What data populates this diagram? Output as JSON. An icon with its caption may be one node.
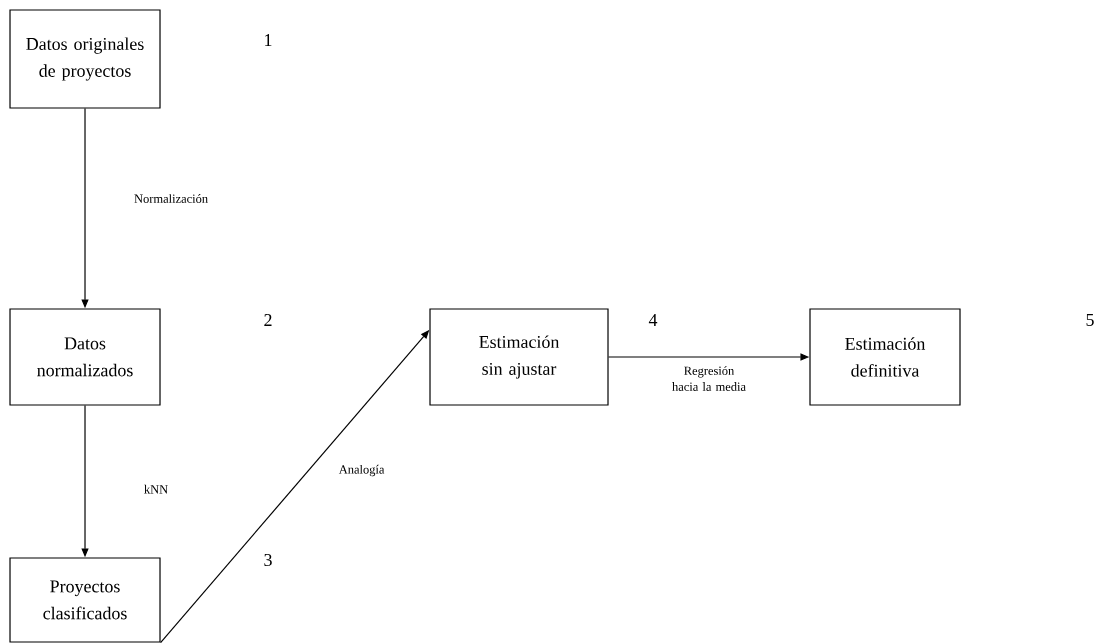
{
  "diagram": {
    "nodes": [
      {
        "text": [
          "Datos originales de proyectos"
        ]
      },
      {
        "text": [
          "Datos normalizados"
        ]
      },
      {
        "text": [
          "Proyectos clasificados"
        ]
      },
      {
        "text": [
          "Estimación sin ajustar"
        ]
      },
      {
        "text": [
          "Estimación definitiva"
        ]
      }
    ],
    "edges": [
      {
        "from": 0,
        "to": 1,
        "arrow": "to",
        "label": "Normalización"
      },
      {
        "from": 1,
        "to": 2,
        "arrow": "to",
        "label": "kNN"
      },
      {
        "from": 2,
        "to": 3,
        "arrow": "to",
        "label": "Analogía"
      },
      {
        "from": 3,
        "to": 4,
        "arrow": "to",
        "label": "Regresión hacia la media"
      }
    ],
    "labels": [
      "1",
      "2",
      "4",
      "5",
      "3"
    ]
  }
}
